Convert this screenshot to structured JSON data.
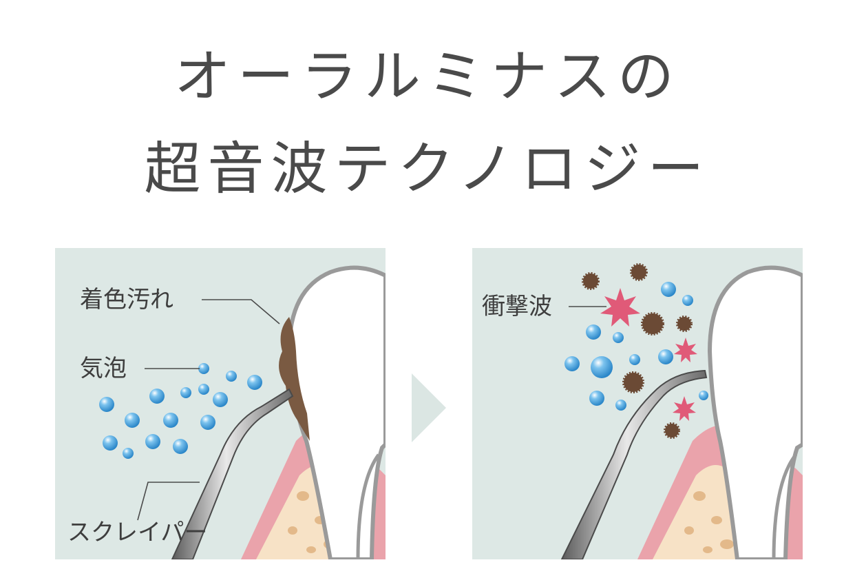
{
  "title": {
    "line1": "オーラルミナスの",
    "line2": "超音波テクノロジー"
  },
  "left_panel": {
    "label_stain": "着色汚れ",
    "label_bubbles": "気泡",
    "label_scaler": "スクレイパー"
  },
  "right_panel": {
    "label_shockwave": "衝撃波"
  },
  "colors": {
    "panel_bg": "#dde8e5",
    "gum": "#eaa3ab",
    "bone": "#f7e2c6",
    "bone_spot": "#e3b98a",
    "tooth": "#ffffff",
    "tooth_outline": "#9a9a9a",
    "bubble": "#3c9bd6",
    "stain": "#7a5a42",
    "shock": "#e05a78",
    "arrow": "#dbe6e3",
    "title": "#4a4a4a"
  }
}
